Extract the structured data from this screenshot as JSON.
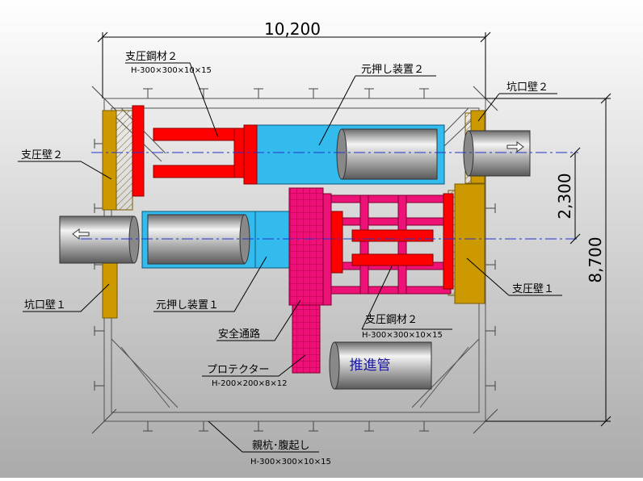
{
  "dimensions": {
    "top_width": "10,200",
    "right_total": "8,700",
    "right_offset": "2,300"
  },
  "labels": {
    "steel_top": "支圧鋼材２",
    "steel_top_spec": "H-300×300×10×15",
    "pusher2": "元押し装置２",
    "portal_wall2": "坑口壁２",
    "bearing_wall2": "支圧壁２",
    "portal_wall1": "坑口壁１",
    "pusher1": "元押し装置１",
    "bearing_wall1": "支圧壁１",
    "safe_passage": "安全通路",
    "steel_bottom": "支圧鋼材２",
    "steel_bottom_spec": "H-300×300×10×15",
    "protector": "プロテクター",
    "protector_spec": "H-200×200×8×12",
    "jacking_pipe": "推進管",
    "pile": "親杭･腹起し",
    "pile_spec": "H-300×300×10×15"
  },
  "colors": {
    "steel": "#ff0000",
    "pusher": "#33bbee",
    "bearing_wall": "#cc9900",
    "protector": "#ee1177",
    "pipe_label": "#1a1aa0"
  }
}
